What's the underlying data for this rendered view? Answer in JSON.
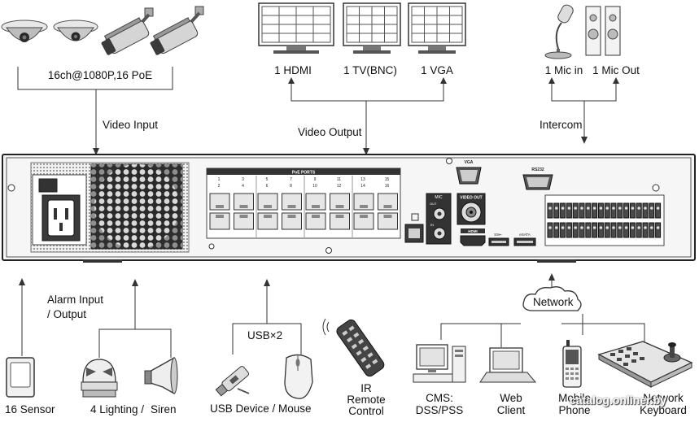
{
  "labels": {
    "cameras": "16ch@1080P,16 PoE",
    "video_input": "Video Input",
    "hdmi": "1 HDMI",
    "tv": "1 TV(BNC)",
    "vga": "1 VGA",
    "video_output": "Video Output",
    "mic_in": "1 Mic in",
    "mic_out": "1 Mic Out",
    "intercom": "Intercom",
    "alarm_io_line1": "Alarm Input",
    "alarm_io_line2": "/ Output",
    "usb_x2": "USB×2",
    "network": "Network",
    "sensor": "16 Sensor",
    "lighting": "4 Lighting /",
    "siren": "Siren",
    "usb_device": "USB Device / Mouse",
    "ir_line1": "IR",
    "ir_line2": "Remote",
    "ir_line3": "Control",
    "cms_line1": "CMS:",
    "cms_line2": "DSS/PSS",
    "web_line1": "Web",
    "web_line2": "Client",
    "mobile_line1": "Mobile",
    "mobile_line2": "Phone",
    "keyboard_line1": "Network",
    "keyboard_line2": "Keyboard"
  },
  "panel": {
    "poe_ports": "PoE PORTS",
    "port_top": [
      "1",
      "3",
      "5",
      "7",
      "9",
      "11",
      "13",
      "15"
    ],
    "port_bottom": [
      "2",
      "4",
      "6",
      "8",
      "10",
      "12",
      "14",
      "16"
    ],
    "vga": "VGA",
    "rs232": "RS232",
    "mic": "MIC",
    "video_out": "VIDEO OUT",
    "out": "OUT",
    "in": "IN",
    "esata": "eSATA",
    "hdmi": "HDMI",
    "usb": "SS⇤"
  },
  "watermark": "catalog.onliner.by"
}
